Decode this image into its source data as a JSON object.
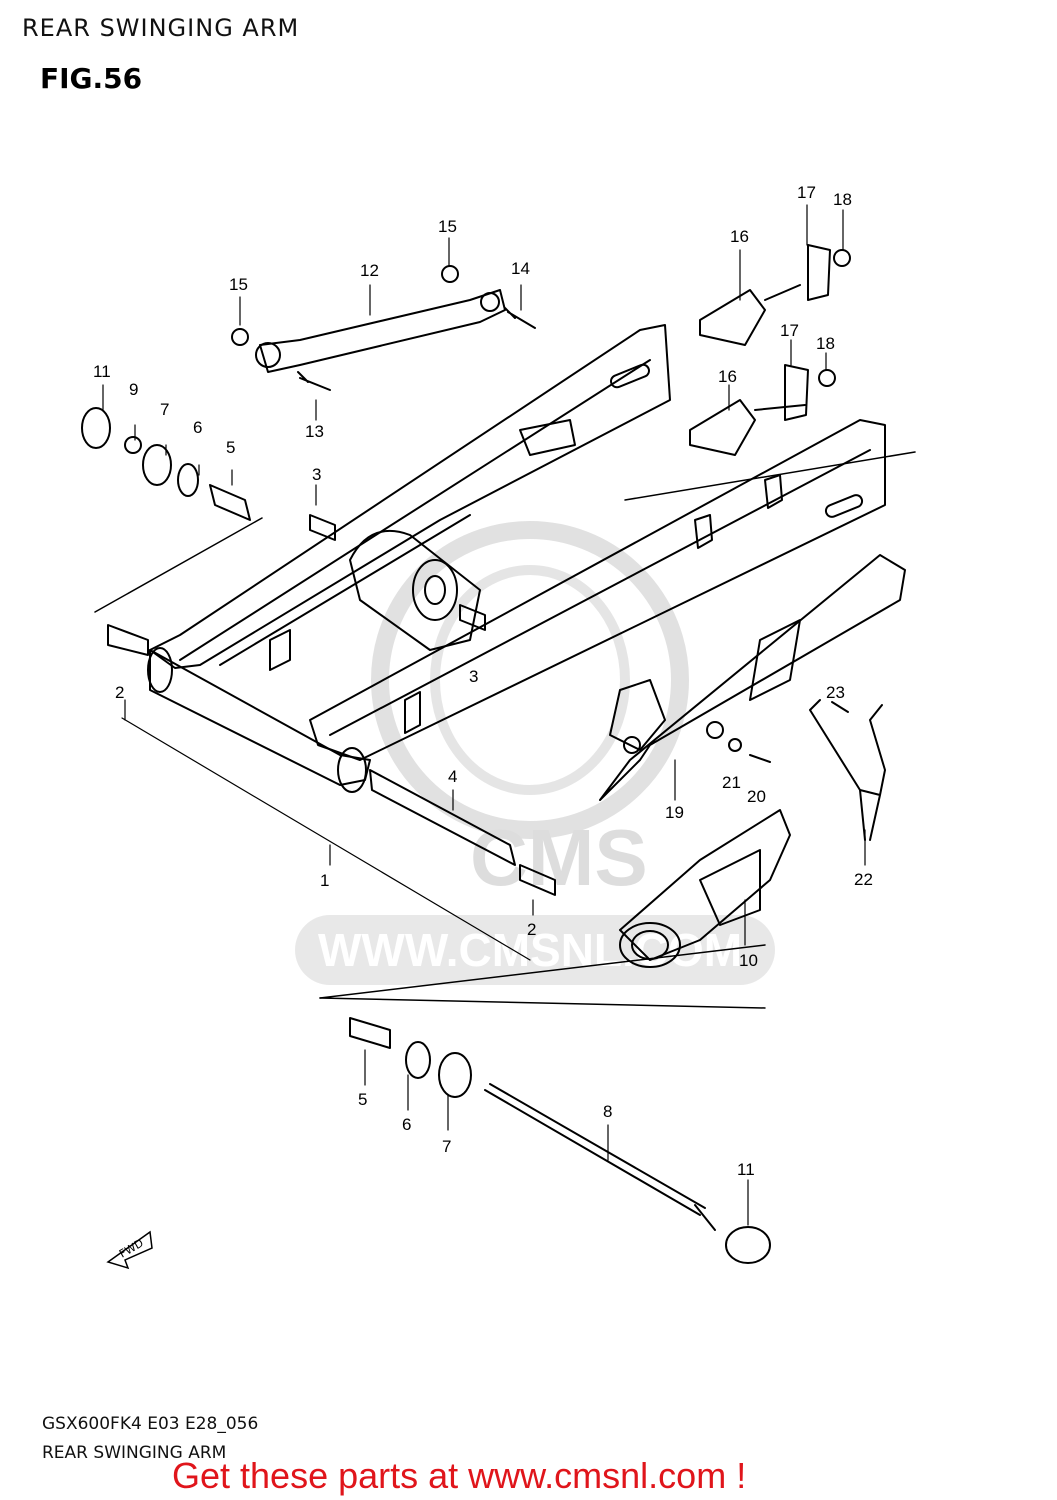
{
  "header": {
    "title": "REAR SWINGING ARM",
    "figure": "FIG.56"
  },
  "parts": [
    {
      "number": "1"
    },
    {
      "number": "2"
    },
    {
      "number": "2"
    },
    {
      "number": "3"
    },
    {
      "number": "3"
    },
    {
      "number": "4"
    },
    {
      "number": "5"
    },
    {
      "number": "5"
    },
    {
      "number": "6"
    },
    {
      "number": "6"
    },
    {
      "number": "7"
    },
    {
      "number": "7"
    },
    {
      "number": "8"
    },
    {
      "number": "9"
    },
    {
      "number": "10"
    },
    {
      "number": "11"
    },
    {
      "number": "11"
    },
    {
      "number": "12"
    },
    {
      "number": "13"
    },
    {
      "number": "14"
    },
    {
      "number": "15"
    },
    {
      "number": "15"
    },
    {
      "number": "16"
    },
    {
      "number": "16"
    },
    {
      "number": "17"
    },
    {
      "number": "17"
    },
    {
      "number": "18"
    },
    {
      "number": "18"
    },
    {
      "number": "19"
    },
    {
      "number": "20"
    },
    {
      "number": "21"
    },
    {
      "number": "22"
    },
    {
      "number": "23"
    }
  ],
  "watermark": {
    "text": "WWW.CMSNL.COM",
    "logo": "CMS",
    "color": "#d9d9d9"
  },
  "fwd_label": "FWD",
  "footer": {
    "code": "GSX600FK4 E03 E28_056",
    "title": "REAR SWINGING ARM",
    "cta": "Get these parts at www.cmsnl.com !",
    "cta_color": "#e0151b"
  }
}
